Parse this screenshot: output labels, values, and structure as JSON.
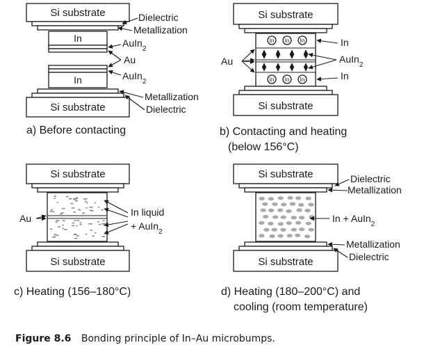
{
  "panels": {
    "a": {
      "caption": "a) Before contacting",
      "top_substrate": "Si substrate",
      "bottom_substrate": "Si substrate",
      "labels": [
        "Dielectric",
        "Metallization",
        "AuIn2",
        "Au",
        "AuIn2",
        "Metallization",
        "Dielectric"
      ],
      "in_top": "In",
      "in_bottom": "In"
    },
    "b": {
      "caption_line1": "b) Contacting and heating",
      "caption_line2": "(below 156°C)",
      "top_substrate": "Si substrate",
      "bottom_substrate": "Si substrate",
      "labels": [
        "In",
        "AuIn2",
        "In",
        "Au"
      ],
      "particle": "In"
    },
    "c": {
      "caption": "c) Heating (156–180°C)",
      "top_substrate": "Si substrate",
      "bottom_substrate": "Si substrate",
      "labels": [
        "In liquid",
        "+ AuIn2",
        "Au"
      ]
    },
    "d": {
      "caption_line1": "d) Heating (180–200°C) and",
      "caption_line2": "cooling (room temperature)",
      "top_substrate": "Si substrate",
      "bottom_substrate": "Si substrate",
      "labels": [
        "Dielectric",
        "Metallization",
        "In + AuIn2",
        "Metallization",
        "Dielectric"
      ]
    }
  },
  "figure": {
    "label": "Figure 8.6",
    "text": "Bonding principle of In–Au microbumps."
  }
}
